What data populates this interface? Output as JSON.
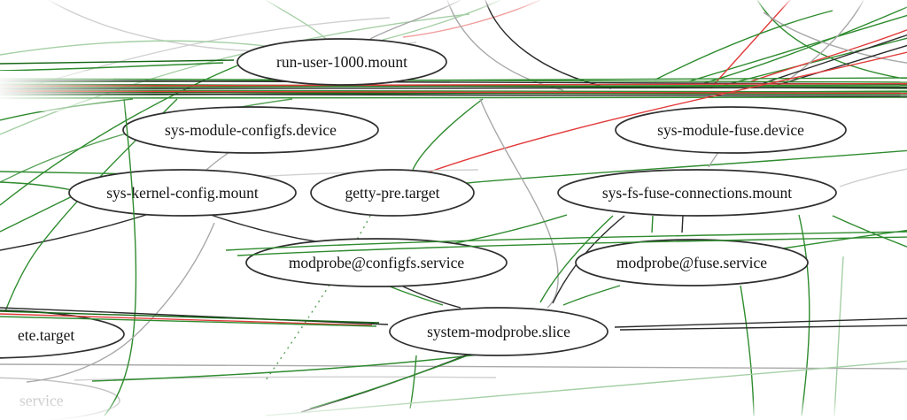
{
  "graph": {
    "background": "#ffffff",
    "nodes": [
      {
        "label": "run-user-1000.mount"
      },
      {
        "label": "sys-module-configfs.device"
      },
      {
        "label": "sys-module-fuse.device"
      },
      {
        "label": "sys-kernel-config.mount"
      },
      {
        "label": "getty-pre.target"
      },
      {
        "label": "sys-fs-fuse-connections.mount"
      },
      {
        "label": "modprobe@configfs.service"
      },
      {
        "label": "modprobe@fuse.service"
      },
      {
        "label": "system-modprobe.slice"
      },
      {
        "label": "ete.target",
        "partial": true
      },
      {
        "label": "service",
        "partial": true,
        "faded": true
      }
    ],
    "palette": {
      "edge_green": "#2e8b2e",
      "edge_dark_green": "#156615",
      "edge_light_green": "#a5cfa5",
      "edge_black": "#2b2b2b",
      "edge_gray": "#a9a9a9",
      "edge_light_gray": "#d0d0d0",
      "edge_red": "#e23b3b",
      "node_fill": "#ffffff",
      "node_stroke": "#2f2f2f",
      "label_color": "#141414",
      "faded_label_color": "#c6c6c6"
    }
  }
}
